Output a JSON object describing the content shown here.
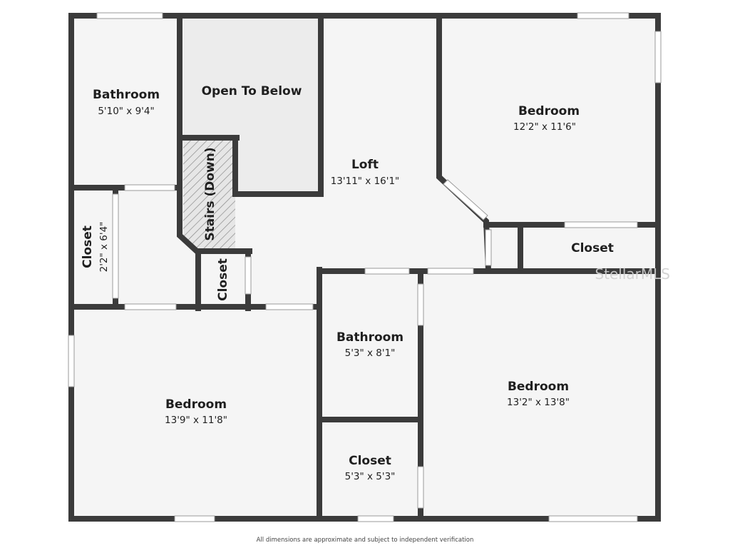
{
  "rooms": {
    "bathroom_top_left": {
      "name": "Bathroom",
      "dims": "5'10\" x 9'4\""
    },
    "open_to_below": {
      "name": "Open To Below"
    },
    "loft": {
      "name": "Loft",
      "dims": "13'11\" x 16'1\""
    },
    "bedroom_top_right": {
      "name": "Bedroom",
      "dims": "12'2\" x 11'6\""
    },
    "stairs": {
      "name": "Stairs (Down)"
    },
    "closet_left": {
      "name": "Closet",
      "dims": "2'2\" x 6'4\""
    },
    "closet_small": {
      "name": "Closet"
    },
    "closet_right": {
      "name": "Closet"
    },
    "bathroom_middle": {
      "name": "Bathroom",
      "dims": "5'3\" x 8'1\""
    },
    "bedroom_bottom_left": {
      "name": "Bedroom",
      "dims": "13'9\" x 11'8\""
    },
    "bedroom_bottom_right": {
      "name": "Bedroom",
      "dims": "13'2\" x 13'8\""
    },
    "closet_bottom": {
      "name": "Closet",
      "dims": "5'3\" x 5'3\""
    }
  },
  "watermark": "StellarMLS",
  "disclaimer": "All dimensions are approximate and subject to independent verification",
  "colors": {
    "wall": "#3b3b3b",
    "floor": "#f5f5f5",
    "open_area": "#ececec",
    "window": "#ffffff"
  }
}
